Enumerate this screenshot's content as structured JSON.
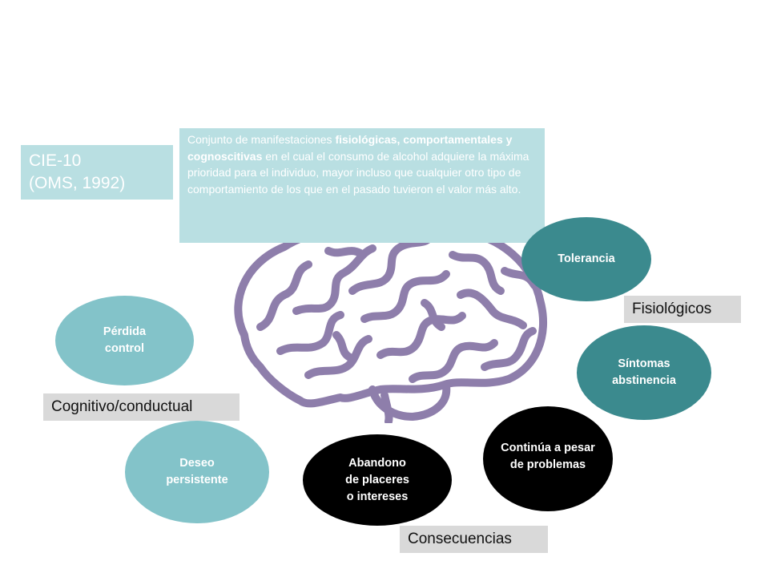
{
  "source": {
    "line1": "CIE-10",
    "line2": "(OMS, 1992)"
  },
  "definition": {
    "part1": "Conjunto de manifestaciones ",
    "bold1": "fisiológicas, comportamentales y cognoscitivas",
    "part2": " en el cual el consumo de alcohol adquiere la máxima prioridad para el individuo, mayor incluso que cualquier otro tipo de comportamiento de los que en el pasado tuvieron el valor más alto."
  },
  "criteria": {
    "perdida_control": [
      "Pérdida",
      "control"
    ],
    "deseo_persistente": [
      "Deseo",
      "persistente"
    ],
    "tolerancia": [
      "Tolerancia"
    ],
    "sintomas_abstinencia": [
      "Síntomas",
      "abstinencia"
    ],
    "continua_pesar": [
      "Continúa a pesar",
      "de problemas"
    ],
    "abandono_placeres": [
      "Abandono",
      "de placeres",
      "o intereses"
    ]
  },
  "categories": {
    "cognitivo": "Cognitivo/conductual",
    "fisiologicos": "Fisiológicos",
    "consecuencias": "Consecuencias"
  },
  "colors": {
    "box_light_blue": "#b9dfe2",
    "ellipse_light": "#83c3c9",
    "ellipse_teal": "#3b8a8e",
    "ellipse_black": "#000000",
    "label_gray": "#d9d9d9",
    "brain_purple": "#8e7eab"
  },
  "icons": {
    "brain": "brain-icon"
  }
}
